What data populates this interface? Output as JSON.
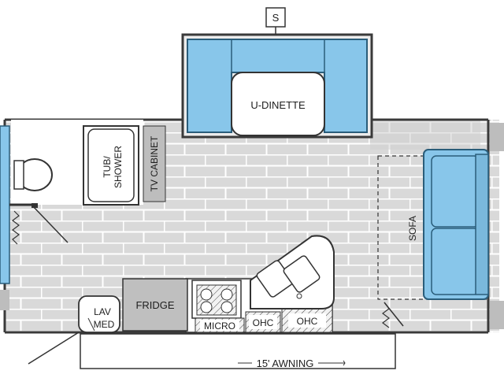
{
  "labels": {
    "slide_marker": "S",
    "dinette": "U-DINETTE",
    "tub_shower_line1": "TUB/",
    "tub_shower_line2": "SHOWER",
    "tv_cabinet": "TV CABINET",
    "sofa": "SOFA",
    "fridge": "FRIDGE",
    "lav": "LAV",
    "med": "MED",
    "micro": "MICRO",
    "ohc_left": "OHC",
    "ohc_right": "OHC",
    "awning": "15' AWNING"
  },
  "colors": {
    "floor": "#d7d7d7",
    "grout": "#ffffff",
    "upholstery": "#88c6ea",
    "upholstery_stroke": "#2a5d7a",
    "wall": "#3a3a3a",
    "wall_fill": "#eeeeee"
  }
}
